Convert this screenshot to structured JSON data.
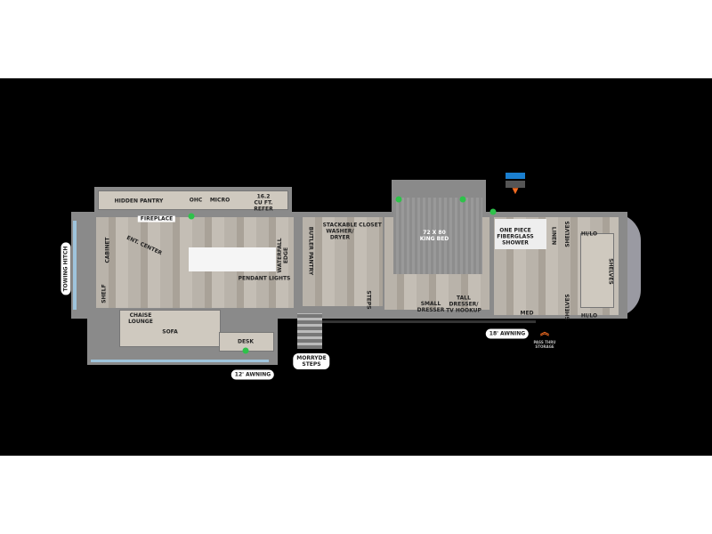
{
  "floorplan": {
    "labels": {
      "hidden_pantry": "HIDDEN PANTRY",
      "ohc": "OHC",
      "micro": "MICRO",
      "refer": "16.2\nCU FT.\nREFER",
      "fireplace": "FIREPLACE",
      "ent_center": "ENT. CENTER",
      "cabinet": "CABINET",
      "towing_hitch": "TOWING HITCH",
      "shelf": "SHELF",
      "waterfall_edge": "WATERFALL\nEDGE",
      "pendant_lights": "PENDANT LIGHTS",
      "chaise_lounge": "CHAISE\nLOUNGE",
      "sofa": "SOFA",
      "desk": "DESK",
      "awning_12": "12' AWNING",
      "morryde_steps": "MORRYDE\nSTEPS",
      "butler_pantry": "BUTLER PANTRY",
      "washer_dryer": "STACKABLE\nWASHER/\nDRYER",
      "closet": "CLOSET",
      "king_bed": "72 X 80\nKING BED",
      "steps": "STEPS",
      "small_dresser": "SMALL\nDRESSER",
      "tall_dresser": "TALL\nDRESSER/\nTV HOOKUP",
      "shower": "ONE PIECE\nFIBERGLASS\nSHOWER",
      "linen": "LINEN",
      "shelves_top": "SHELVES",
      "hilo_top": "HI/LO",
      "shelves_front": "SHELVES",
      "shelves_bottom": "SHELVES",
      "hilo_bottom": "HI/LO",
      "med": "MED",
      "awning_18": "18' AWNING",
      "pass_thru_storage": "PASS THRU\nSTORAGE"
    },
    "colors": {
      "background": "#000000",
      "accent_orange": "#f26b21",
      "outlet_green": "#2ec24a",
      "window_blue": "#9fc4dc"
    }
  }
}
